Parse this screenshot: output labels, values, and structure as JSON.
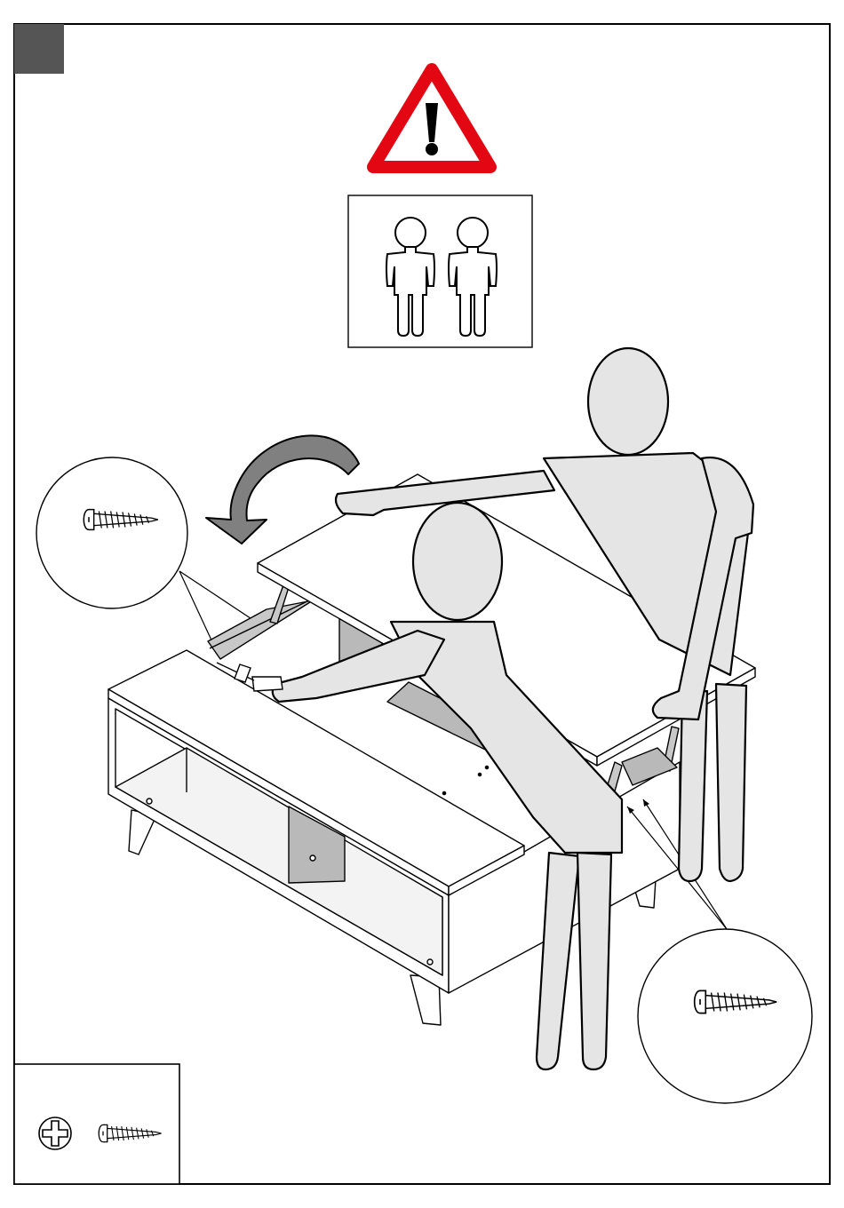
{
  "page": {
    "step_number": "",
    "step_box_color": "#555555",
    "border_color": "#000000"
  },
  "warning": {
    "icon": "warning-triangle-icon",
    "color": "#e30613",
    "persons_required": 2,
    "persons_icon": "two-person-icon"
  },
  "action": {
    "arrow_icon": "rotate-arrow-icon",
    "arrow_color": "#808080"
  },
  "parts": [
    {
      "name": "screw",
      "icon": "screw-icon",
      "quantity_label": ""
    }
  ],
  "tools": [
    {
      "name": "phillips-screwdriver",
      "icon": "phillips-screwdriver-icon"
    }
  ],
  "callouts": [
    {
      "name": "screw-detail-left",
      "icon": "screw-icon"
    },
    {
      "name": "screw-detail-right",
      "icon": "screw-icon"
    }
  ],
  "colors": {
    "figure_fill": "#e5e5e5",
    "panel_gray": "#b9b9b9",
    "outline": "#000000"
  }
}
